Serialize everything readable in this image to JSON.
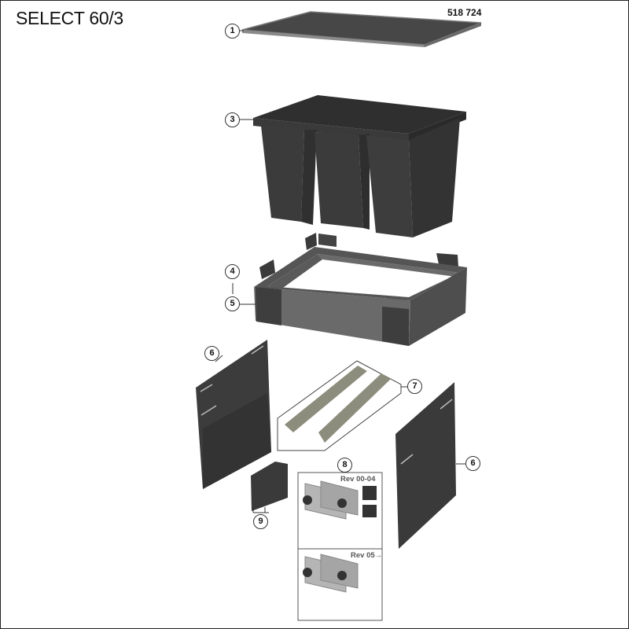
{
  "header": {
    "title": "SELECT 60/3",
    "part_number": "518 724"
  },
  "callouts": [
    {
      "id": "1",
      "label": "1",
      "part": "lid"
    },
    {
      "id": "3",
      "label": "3",
      "part": "three-bin-insert"
    },
    {
      "id": "4",
      "label": "4",
      "part": "corner-clips"
    },
    {
      "id": "5",
      "label": "5",
      "part": "frame"
    },
    {
      "id": "6a",
      "label": "6",
      "part": "side-panel-left"
    },
    {
      "id": "7",
      "label": "7",
      "part": "drawer-runners-kit"
    },
    {
      "id": "6b",
      "label": "6",
      "part": "side-panel-right"
    },
    {
      "id": "8",
      "label": "8",
      "part": "front-bracket-kit"
    },
    {
      "id": "9",
      "label": "9",
      "part": "clip-set"
    }
  ],
  "kit8": {
    "rev_a": "Rev 00-04",
    "rev_b": "Rev 05→"
  },
  "colors": {
    "part_dark": "#3a3a3a",
    "part_mid": "#5a5a5a",
    "part_light": "#8a8a8a",
    "line": "#333333"
  }
}
